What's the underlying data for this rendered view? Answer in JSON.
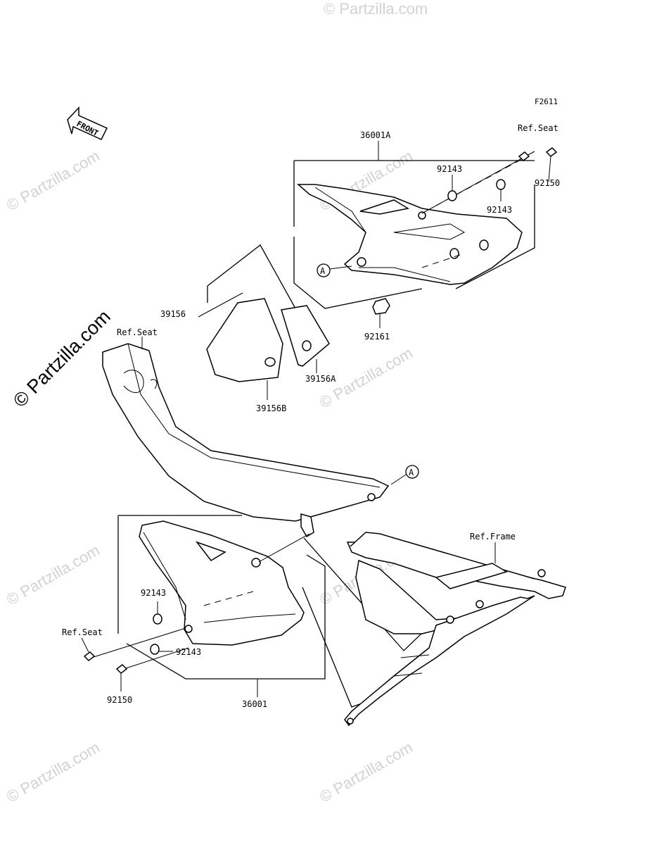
{
  "diagram_code": "F2611",
  "front_arrow_label": "FRONT",
  "watermark": {
    "text": "© Partzilla.com"
  },
  "callouts": {
    "upper_cover": "36001A",
    "ref_seat_top": "Ref.Seat",
    "bolt_top": "92150",
    "washer_top_a": "92143",
    "washer_top_b": "92143",
    "grommet": "92161",
    "label_main": "39156",
    "label_b": "39156B",
    "label_a": "39156A",
    "ref_seat_seat": "Ref.Seat",
    "ref_frame": "Ref.Frame",
    "washer_low_a": "92143",
    "washer_low_b": "92143",
    "ref_seat_low": "Ref.Seat",
    "bolt_low": "92150",
    "lower_cover": "36001",
    "marker_a1": "A",
    "marker_a2": "A"
  }
}
